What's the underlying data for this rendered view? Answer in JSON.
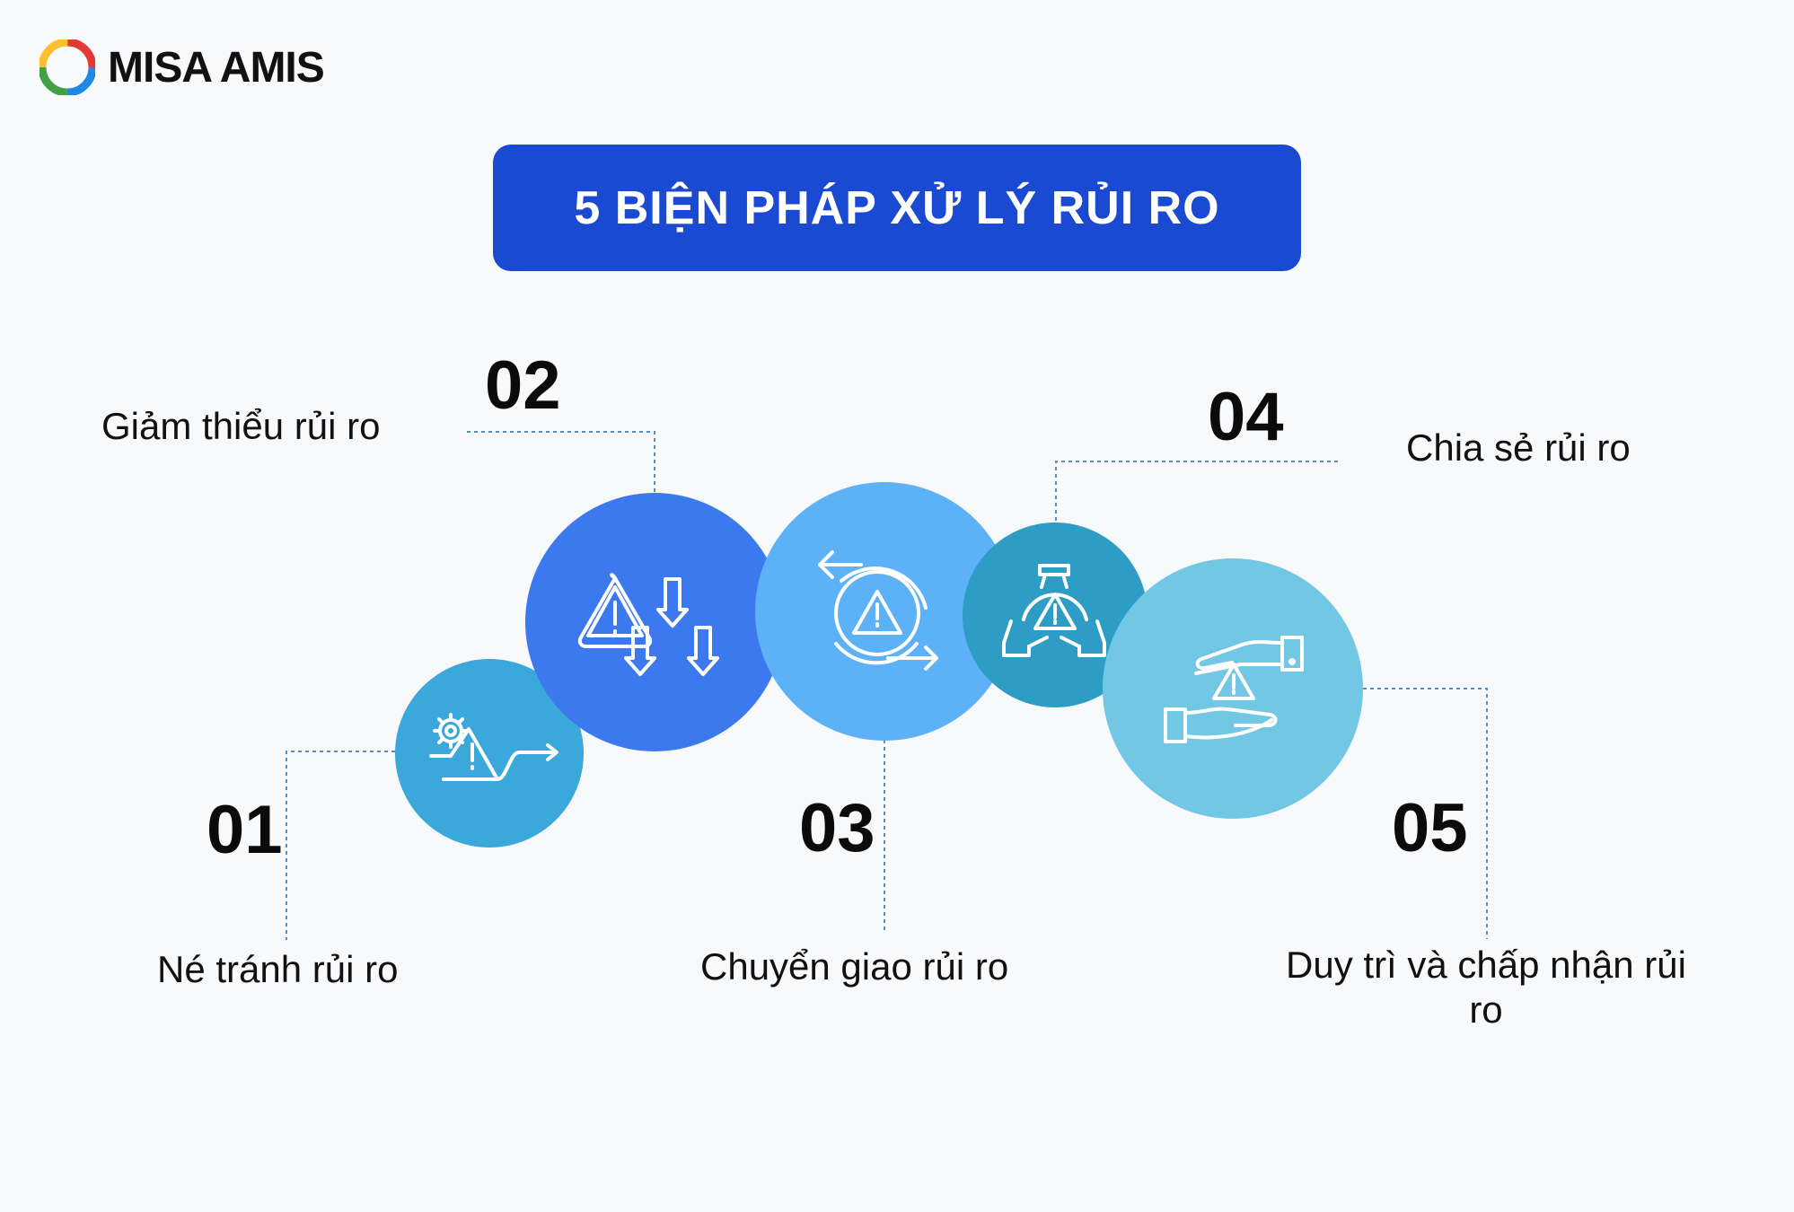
{
  "brand": {
    "name": "MISA AMIS"
  },
  "title": "5 BIỆN PHÁP XỬ LÝ RỦI RO",
  "steps": [
    {
      "number": "01",
      "label": "Né tránh rủi ro",
      "color": "#3ba8dc",
      "icon": "gear-warning-arrow-icon"
    },
    {
      "number": "02",
      "label": "Giảm thiểu rủi ro",
      "color": "#3d79ee",
      "icon": "warning-down-arrows-icon"
    },
    {
      "number": "03",
      "label": "Chuyển giao rủi ro",
      "color": "#5cb1f7",
      "icon": "warning-cycle-arrows-icon"
    },
    {
      "number": "04",
      "label": "Chia sẻ rủi ro",
      "color": "#2e9dc6",
      "icon": "hands-sharing-warning-icon"
    },
    {
      "number": "05",
      "label": "Duy trì và chấp nhận rủi ro",
      "color": "#72c8e4",
      "icon": "hands-accepting-warning-icon"
    }
  ]
}
